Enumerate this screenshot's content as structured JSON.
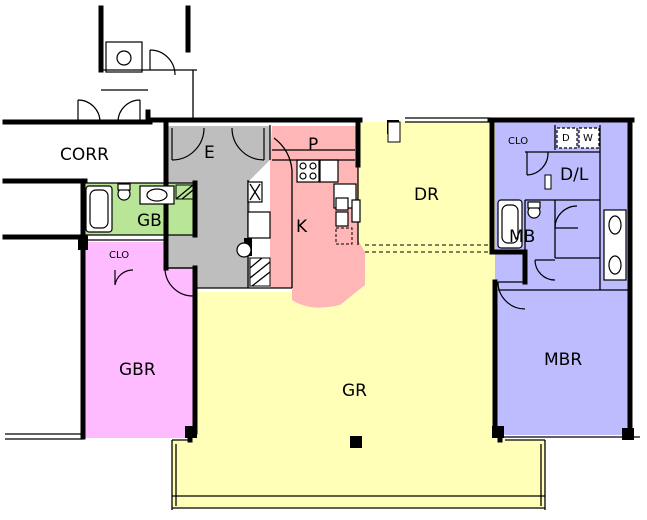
{
  "colors": {
    "great_room": "#FFFFB8",
    "kitchen": "#FFB6B6",
    "entry": "#BEBEBE",
    "guest_bath": "#B9E597",
    "guest_bedroom": "#FFBBFF",
    "master_suite": "#BCBCFF"
  },
  "labels": {
    "corr": "CORR",
    "e": "E",
    "p": "P",
    "k": "K",
    "dr": "DR",
    "gb": "GB",
    "clo_guest": "CLO",
    "gbr": "GBR",
    "gr": "GR",
    "clo_master": "CLO",
    "d": "D",
    "w": "W",
    "dl": "D/L",
    "mb": "MB",
    "mbr": "MBR"
  }
}
